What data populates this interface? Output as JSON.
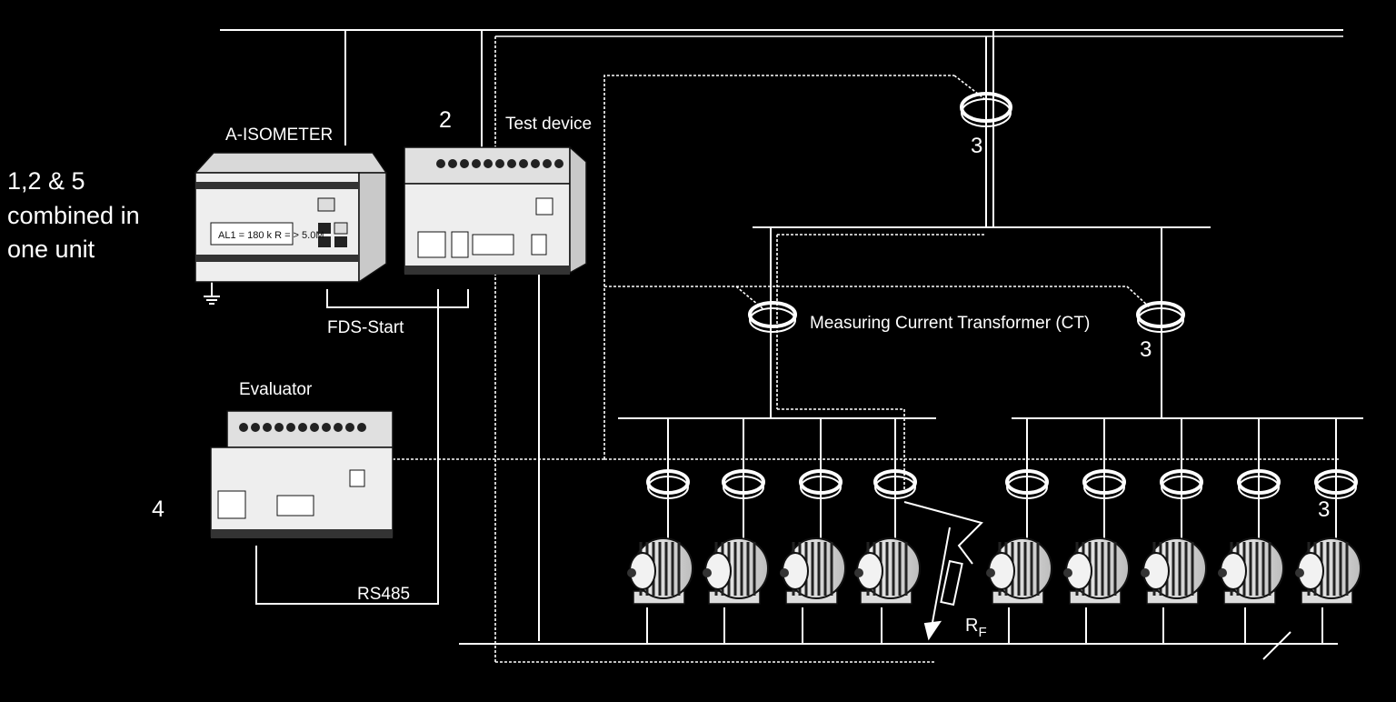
{
  "labels": {
    "combined": [
      "1,2 & 5",
      "combined in",
      "one unit"
    ],
    "aisometer": "A-ISOMETER",
    "aiso_display": "AL1 = 180 k   R = > 5.0M",
    "num2": "2",
    "test_device": "Test device",
    "num3": "3",
    "fds_start": "FDS-Start",
    "ct_label": "Measuring Current Transformer (CT)",
    "evaluator": "Evaluator",
    "num4": "4",
    "rs485": "RS485",
    "rf_main": "R",
    "rf_sub": "F"
  },
  "motors": {
    "count": 9
  },
  "feeder_cts": {
    "count": 9
  },
  "colors": {
    "background": "#000000",
    "device_body": "#eeeeee",
    "device_outline": "#111111",
    "wire": "#ffffff",
    "text": "#ffffff"
  }
}
